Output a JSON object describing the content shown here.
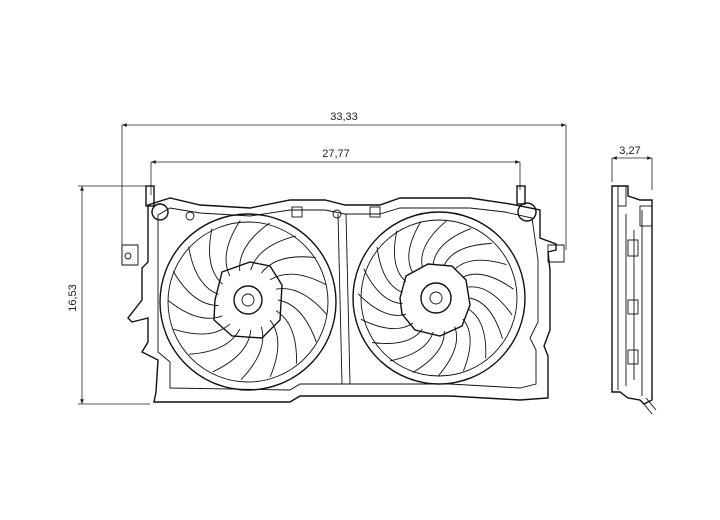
{
  "drawing": {
    "subject": "dual cooling fan shroud assembly",
    "dimensions": {
      "overall_width": "33,33",
      "mount_width": "27,77",
      "height": "16,53",
      "depth": "3,27"
    },
    "fans": [
      {
        "position": "left",
        "blades": 17
      },
      {
        "position": "right",
        "blades": 19
      }
    ]
  }
}
